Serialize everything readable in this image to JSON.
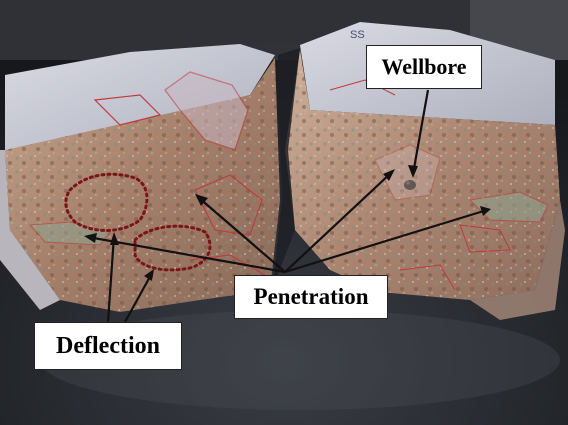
{
  "labels": {
    "wellbore": "Wellbore",
    "penetration": "Penetration",
    "deflection": "Deflection"
  },
  "specimen_marking": "SS",
  "colors": {
    "fracture_line": "#c0393b",
    "dotted_outline": "#7a1418",
    "arrow": "#111111",
    "rock_top": "#c7c8d2",
    "rock_face": "#b08d79",
    "background": "#2a2c30"
  }
}
